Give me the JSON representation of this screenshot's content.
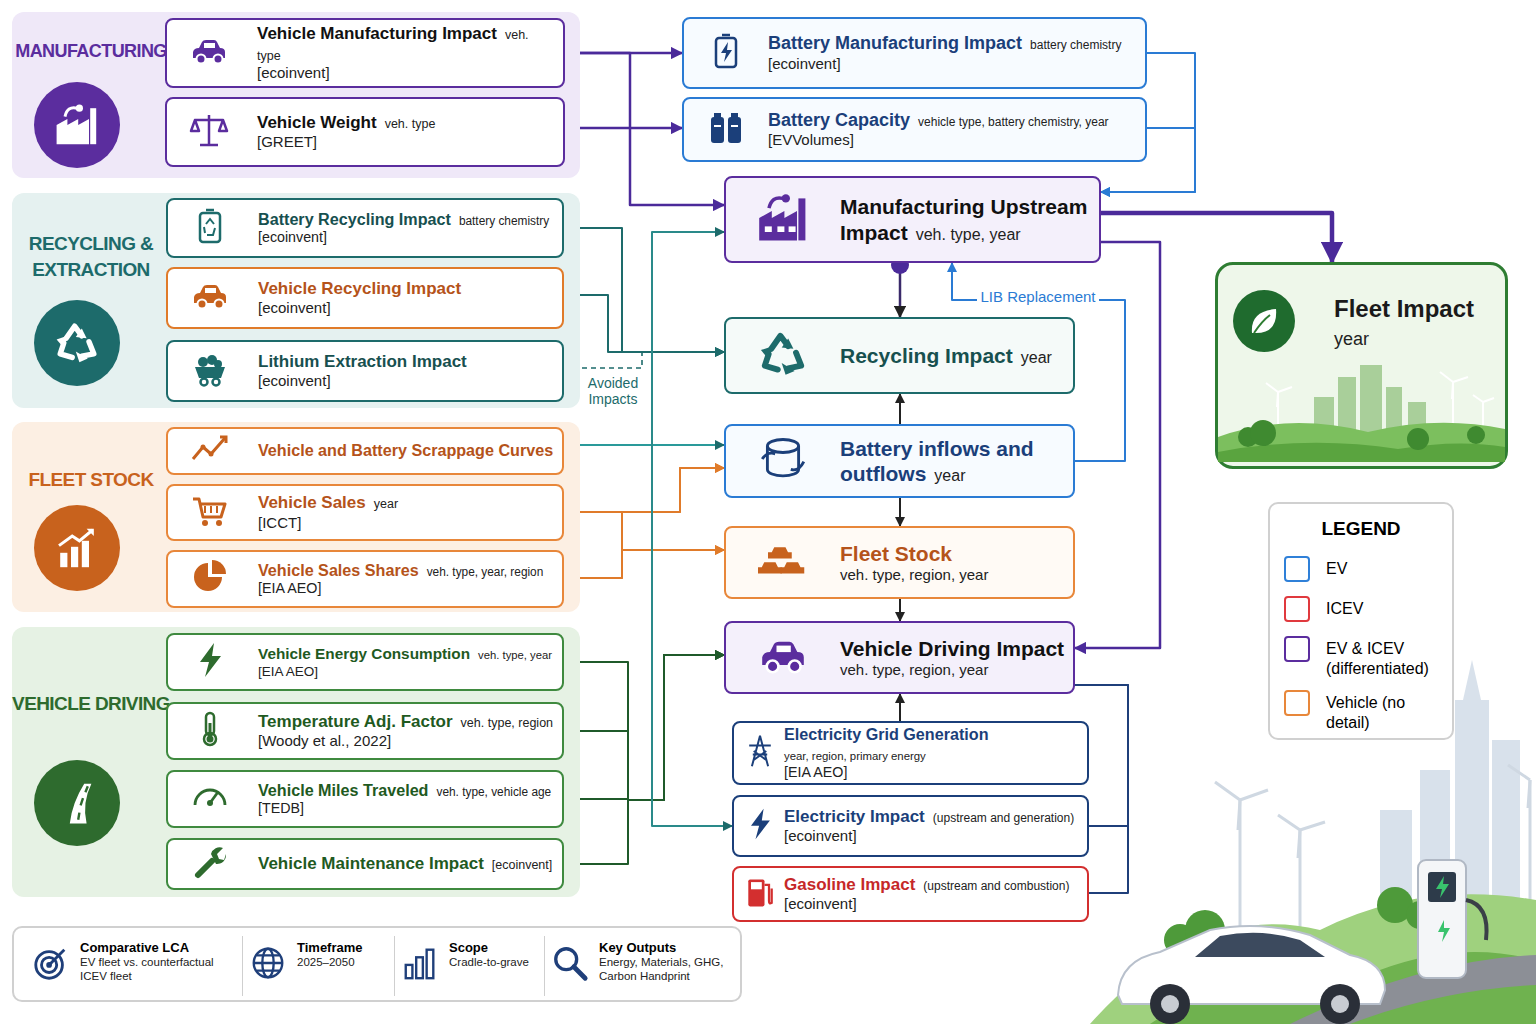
{
  "diagram": {
    "nodes": [
      {
        "text": [
          "MANUFACTURING"
        ]
      },
      {
        "text": [
          "Vehicle Manufacturing Impact",
          "veh. type",
          "[ecoinvent]"
        ],
        "in": 0
      },
      {
        "text": [
          "Vehicle Weight",
          "veh. type",
          "[GREET]"
        ],
        "in": 0
      },
      {
        "text": [
          "RECYCLING & EXTRACTION"
        ]
      },
      {
        "text": [
          "Battery Recycling Impact",
          "battery chemistry",
          "[ecoinvent]"
        ],
        "in": 3
      },
      {
        "text": [
          "Vehicle Recycling Impact",
          "[ecoinvent]"
        ],
        "in": 3
      },
      {
        "text": [
          "Lithium Extraction Impact",
          "[ecoinvent]"
        ],
        "in": 3
      },
      {
        "text": [
          "FLEET STOCK"
        ]
      },
      {
        "text": [
          "Vehicle and Battery Scrappage Curves"
        ],
        "in": 7
      },
      {
        "text": [
          "Vehicle Sales",
          "year",
          "[ICCT]"
        ],
        "in": 7
      },
      {
        "text": [
          "Vehicle Sales Shares",
          "veh. type, year, region",
          "[EIA AEO]"
        ],
        "in": 7
      },
      {
        "text": [
          "VEHICLE DRIVING"
        ]
      },
      {
        "text": [
          "Vehicle Energy Consumption",
          "veh. type, year",
          "[EIA AEO]"
        ],
        "in": 11
      },
      {
        "text": [
          "Temperature Adj. Factor",
          "veh. type, region",
          "[Woody et al., 2022]"
        ],
        "in": 11
      },
      {
        "text": [
          "Vehicle Miles Traveled",
          "veh. type, vehicle age",
          "[TEDB]"
        ],
        "in": 11
      },
      {
        "text": [
          "Vehicle Maintenance Impact",
          "[ecoinvent]"
        ],
        "in": 11
      },
      {
        "text": [
          "Battery Manufacturing Impact",
          "battery chemistry",
          "[ecoinvent]"
        ]
      },
      {
        "text": [
          "Battery Capacity",
          "vehicle type, battery chemistry, year",
          "[EVVolumes]"
        ]
      },
      {
        "text": [
          "Manufacturing Upstream Impact",
          "veh. type, year"
        ]
      },
      {
        "text": [
          "Recycling Impact",
          "year"
        ]
      },
      {
        "text": [
          "Battery inflows and outflows",
          "year"
        ]
      },
      {
        "text": [
          "Fleet Stock",
          "veh. type, region, year"
        ]
      },
      {
        "text": [
          "Vehicle Driving Impact",
          "veh. type, region, year"
        ]
      },
      {
        "text": [
          "Electricity Grid Generation",
          "year, region, primary energy",
          "[EIA AEO]"
        ]
      },
      {
        "text": [
          "Electricity Impact",
          "(upstream and generation)",
          "[ecoinvent]"
        ]
      },
      {
        "text": [
          "Gasoline Impact",
          "(upstream and combustion)",
          "[ecoinvent]"
        ]
      },
      {
        "text": [
          "Fleet Impact",
          "year"
        ]
      },
      {
        "text": [
          "Comparative LCA",
          "EV fleet vs. counterfactual ICEV fleet",
          "Timeframe",
          "2025–2050",
          "Scope",
          "Cradle-to-grave",
          "Key Outputs",
          "Energy, Materials, GHG, Carbon Handprint"
        ]
      }
    ],
    "edges": [
      {
        "from": 1,
        "to": 16,
        "arrow": "to"
      },
      {
        "from": 1,
        "to": 18,
        "arrow": "to"
      },
      {
        "from": 2,
        "to": 17,
        "arrow": "to"
      },
      {
        "from": 16,
        "to": 18,
        "arrow": "to"
      },
      {
        "from": 17,
        "to": 18,
        "arrow": "to"
      },
      {
        "from": 18,
        "to": 26,
        "arrow": "to"
      },
      {
        "from": 18,
        "to": 22,
        "arrow": "to"
      },
      {
        "from": 18,
        "to": 19,
        "arrow": "to"
      },
      {
        "from": 20,
        "to": 18,
        "label": "LIB Replacement",
        "arrow": "to"
      },
      {
        "from": 20,
        "to": 19,
        "arrow": "to"
      },
      {
        "from": 20,
        "to": 21,
        "arrow": "to"
      },
      {
        "from": 21,
        "to": 22,
        "arrow": "to"
      },
      {
        "from": 23,
        "to": 22,
        "arrow": "to"
      },
      {
        "from": 4,
        "to": 19,
        "arrow": "to"
      },
      {
        "from": 5,
        "to": 19,
        "arrow": "to"
      },
      {
        "from": 6,
        "to": 19,
        "label": "Avoided Impacts",
        "arrow": "to"
      },
      {
        "from": 8,
        "to": 20,
        "arrow": "to"
      },
      {
        "from": 9,
        "to": 20,
        "arrow": "to"
      },
      {
        "from": 9,
        "to": 21,
        "arrow": "to"
      },
      {
        "from": 10,
        "to": 20,
        "arrow": "to"
      },
      {
        "from": 10,
        "to": 21,
        "arrow": "to"
      },
      {
        "from": 12,
        "to": 22,
        "arrow": "to"
      },
      {
        "from": 13,
        "to": 22,
        "arrow": "to"
      },
      {
        "from": 14,
        "to": 22,
        "arrow": "to"
      },
      {
        "from": 15,
        "to": 22,
        "arrow": "to"
      },
      {
        "from": 24,
        "to": 18,
        "arrow": "both"
      },
      {
        "from": 24,
        "to": 22,
        "arrow": "none"
      },
      {
        "from": 25,
        "to": 22,
        "arrow": "none"
      }
    ],
    "labels": [
      "LEGEND"
    ],
    "legend": [
      {
        "text": "EV",
        "color": "#2f80d8"
      },
      {
        "text": "ICEV",
        "color": "#e0393e"
      },
      {
        "text": "EV & ICEV (differentiated)",
        "color": "#5b2d9e"
      },
      {
        "text": "Vehicle (no detail)",
        "color": "#e8873a"
      }
    ]
  }
}
